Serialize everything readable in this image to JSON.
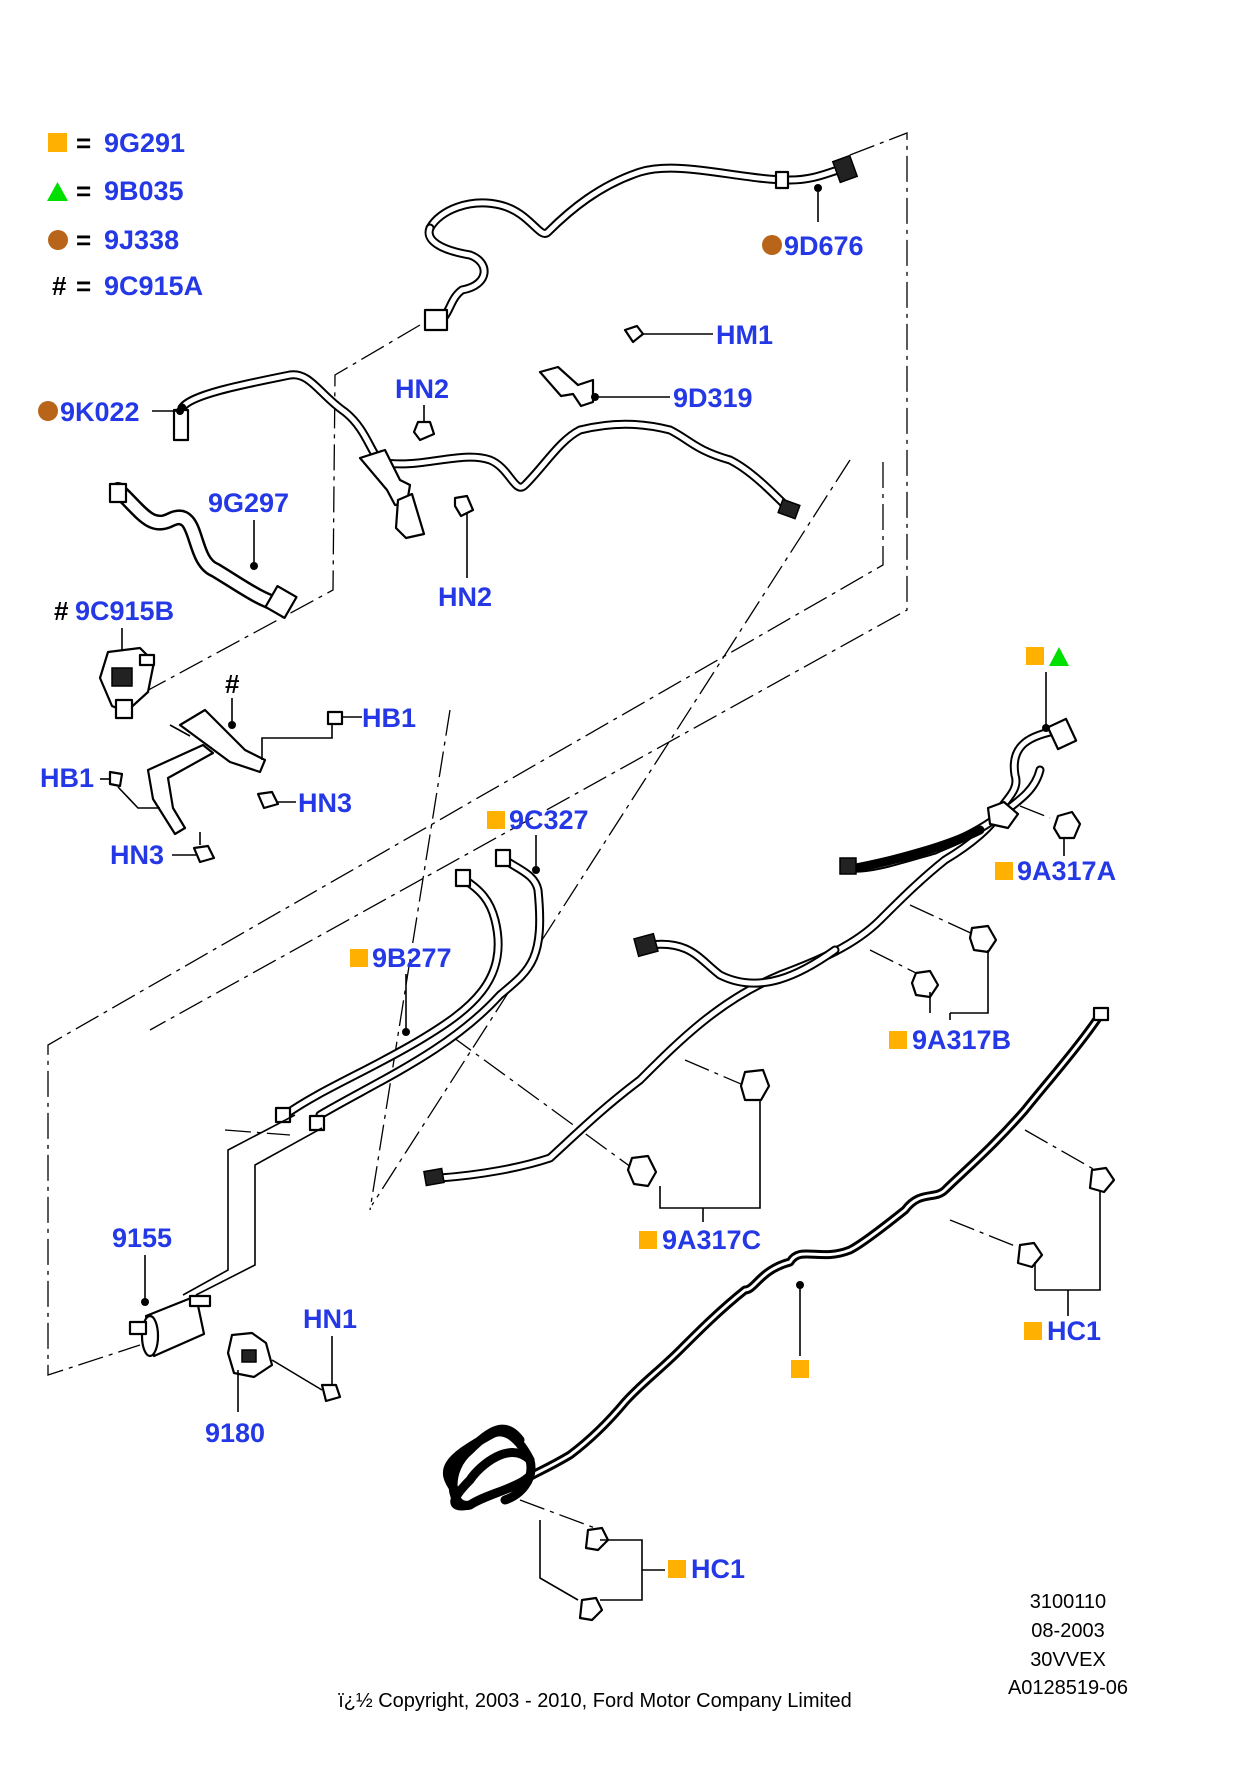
{
  "legend": [
    {
      "symbol": "orange-square",
      "eq": "=",
      "code": "9G291"
    },
    {
      "symbol": "green-triangle",
      "eq": "=",
      "code": "9B035"
    },
    {
      "symbol": "brown-circle",
      "eq": "=",
      "code": "9J338"
    },
    {
      "symbol": "hash",
      "eq": "=",
      "code": "9C915A"
    }
  ],
  "colors": {
    "label": "#2438e6",
    "orange": "#ffb000",
    "green": "#00e000",
    "brown": "#b8651a",
    "line": "#000000"
  },
  "labels": {
    "9D676": "9D676",
    "HM1": "HM1",
    "9K022": "9K022",
    "HN2_top": "HN2",
    "9D319": "9D319",
    "9G297": "9G297",
    "HN2_bottom": "HN2",
    "9C915B": "9C915B",
    "hash_sym": "#",
    "hash_small": "#",
    "HB1_right": "HB1",
    "HB1_left": "HB1",
    "HN3_right": "HN3",
    "HN3_left": "HN3",
    "9C327": "9C327",
    "9A317A": "9A317A",
    "9B277": "9B277",
    "9A317B": "9A317B",
    "9155": "9155",
    "9A317C": "9A317C",
    "HN1": "HN1",
    "HC1_right": "HC1",
    "9180": "9180",
    "HC1_bottom": "HC1"
  },
  "meta": {
    "line1": "3100110",
    "line2": "08-2003",
    "line3": "30VVEX",
    "line4": "A0128519-06"
  },
  "copyright": "ï¿½ Copyright, 2003 - 2010, Ford Motor Company Limited"
}
